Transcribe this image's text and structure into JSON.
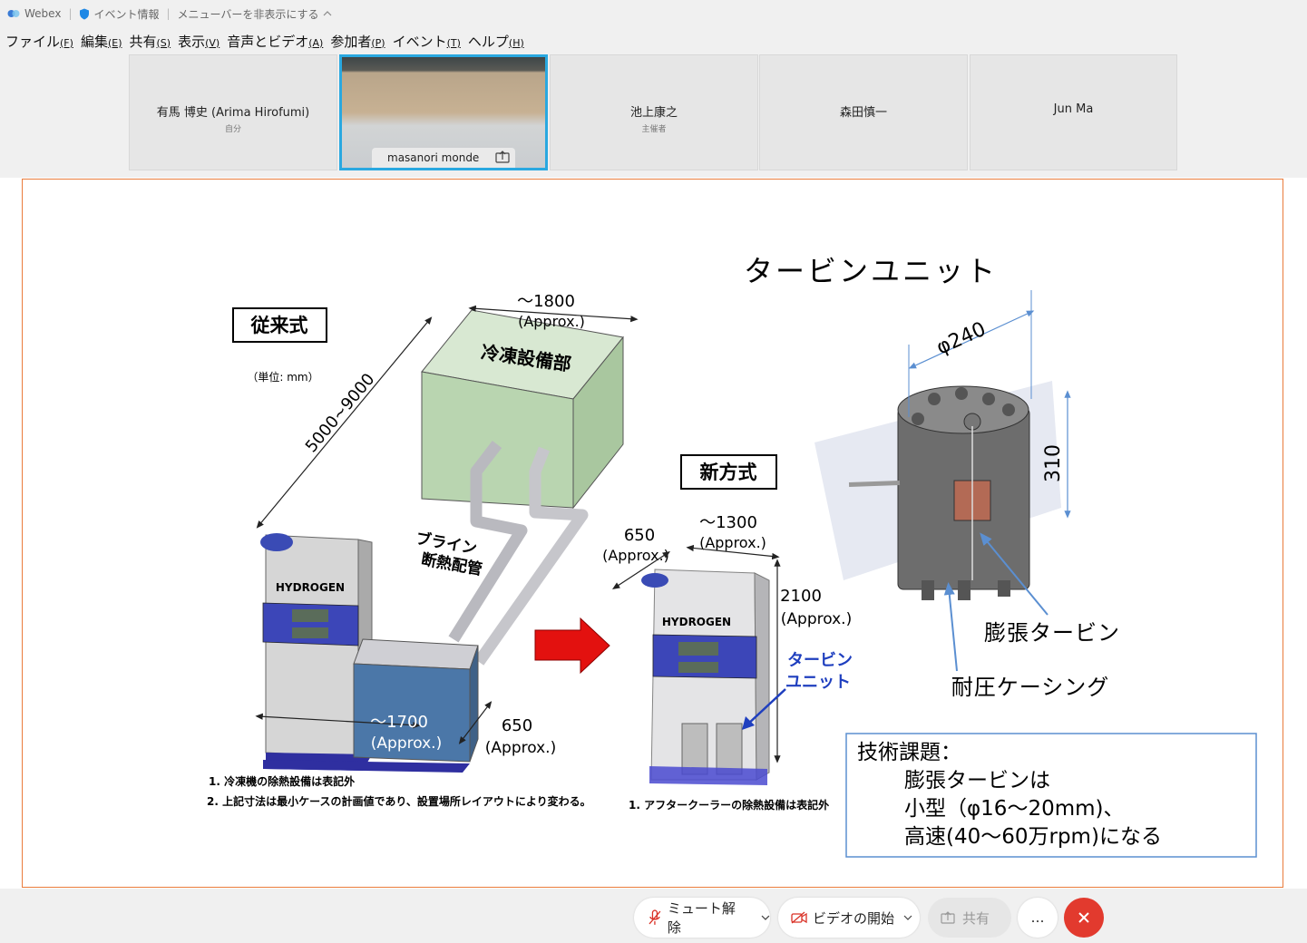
{
  "titlebar": {
    "app": "Webex",
    "event_info": "イベント情報",
    "hide_menu": "メニューバーを非表示にする"
  },
  "menu": [
    {
      "label": "ファイル",
      "key": "(F)"
    },
    {
      "label": "編集",
      "key": "(E)"
    },
    {
      "label": "共有",
      "key": "(S)"
    },
    {
      "label": "表示",
      "key": "(V)"
    },
    {
      "label": "音声とビデオ",
      "key": "(A)"
    },
    {
      "label": "参加者",
      "key": "(P)"
    },
    {
      "label": "イベント",
      "key": "(T)"
    },
    {
      "label": "ヘルプ",
      "key": "(H)"
    }
  ],
  "participants": [
    {
      "name": "有馬 博史 (Arima Hirofumi)",
      "role": "自分"
    },
    {
      "name": "masanori monde",
      "role": ""
    },
    {
      "name": "池上康之",
      "role": "主催者"
    },
    {
      "name": "森田慎一",
      "role": ""
    },
    {
      "name": "Jun Ma",
      "role": ""
    }
  ],
  "slide": {
    "conventional": "従来式",
    "unit_note": "（単位: mm）",
    "dim_length": "5000~9000",
    "dim_top": "～1800",
    "approx": "(Approx.)",
    "refrigeration": "冷凍設備部",
    "brine_1": "ブライン",
    "brine_2": "断熱配管",
    "hydrogen": "HYDROGEN",
    "dim_box": "～1700",
    "dim_650": "650",
    "note1": "1. 冷凍機の除熱設備は表記外",
    "note2": "2. 上記寸法は最小ケースの計画値であり、設置場所レイアウトにより変わる。",
    "new_method": "新方式",
    "dim_1300": "～1300",
    "dim_2100": "2100",
    "turbine_label_1": "タービン",
    "turbine_label_2": "ユニット",
    "note_new": "1. アフタークーラーの除熱設備は表記外",
    "turbine_unit_title": "タービンユニット",
    "dim_phi": "φ240",
    "dim_310": "310",
    "expansion_turbine": "膨張タービン",
    "pressure_casing": "耐圧ケーシング",
    "tech_title": "技術課題：",
    "tech_line1": "膨張タービンは",
    "tech_line2": "小型（φ16～20mm)、",
    "tech_line3": "高速(40～60万rpm)になる"
  },
  "controls": {
    "unmute": "ミュート解除",
    "start_video": "ビデオの開始",
    "share": "共有",
    "more": "…"
  },
  "colors": {
    "accent": "#29a8e0",
    "slide_border": "#ea7c3c",
    "end_call": "#e23a2e",
    "turbine_blue": "#1f3fbf"
  }
}
